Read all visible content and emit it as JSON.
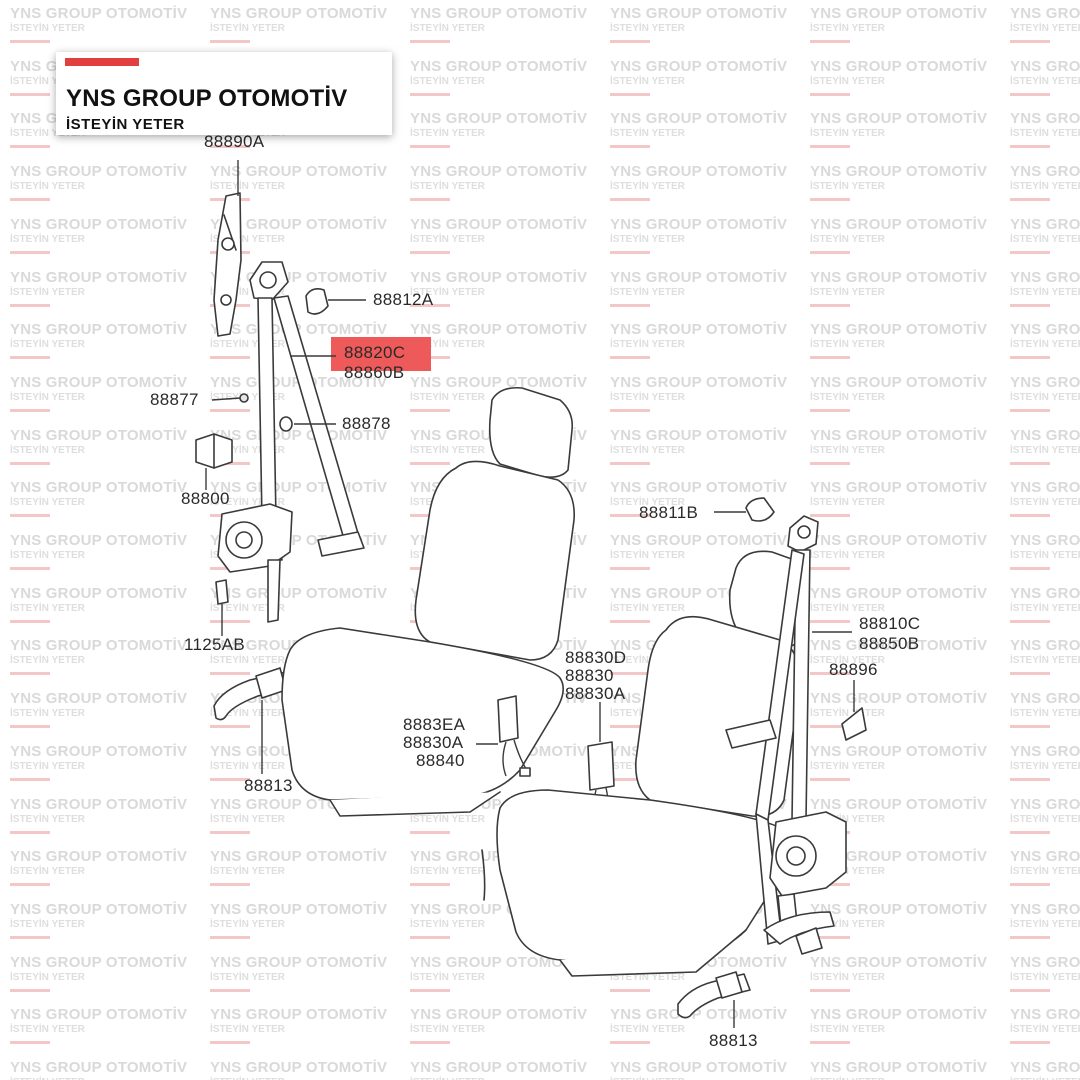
{
  "brand": {
    "name": "YNS GROUP OTOMOTİV",
    "tagline": "İSTEYİN YETER",
    "accent_color": "#e24040"
  },
  "watermark": {
    "main_text": "YNS GROUP OTOMOTİV",
    "sub_text": "İSTEYİN YETER"
  },
  "diagram": {
    "highlight_color": "#ee5a5a",
    "highlighted_parts": [
      "88820C",
      "88860B"
    ],
    "labels": {
      "p88890A": "88890A",
      "p88812A": "88812A",
      "p88820C": "88820C",
      "p88860B": "88860B",
      "p88877": "88877",
      "p88878": "88878",
      "p88800": "88800",
      "p1125AB": "1125AB",
      "p88813_left": "88813",
      "p88811B": "88811B",
      "p88830D": "88830D",
      "p88830": "88830",
      "p88830A_center": "88830A",
      "p8883EA": "8883EA",
      "p88830A_left": "88830A",
      "p88840": "88840",
      "p88810C": "88810C",
      "p88850B": "88850B",
      "p88896": "88896",
      "p88813_right": "88813"
    }
  }
}
